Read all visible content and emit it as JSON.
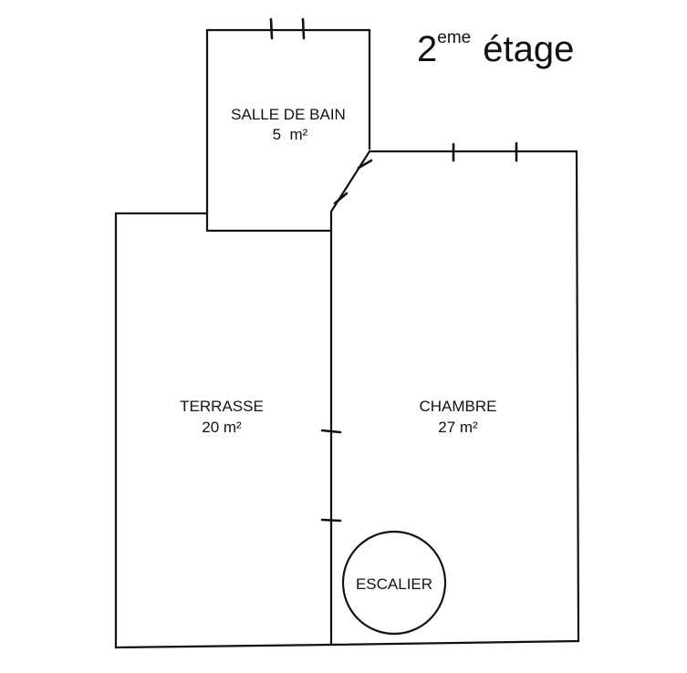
{
  "title": {
    "number": "2",
    "superscript": "eme",
    "word": "étage"
  },
  "rooms": {
    "salle_de_bain": {
      "name": "SALLE DE BAIN",
      "area": "5  m²"
    },
    "terrasse": {
      "name": "TERRASSE",
      "area": "20 m²"
    },
    "chambre": {
      "name": "CHAMBRE",
      "area": "27 m²"
    },
    "escalier": {
      "name": "ESCALIER"
    }
  },
  "colors": {
    "line": "#111111",
    "background": "#ffffff"
  }
}
